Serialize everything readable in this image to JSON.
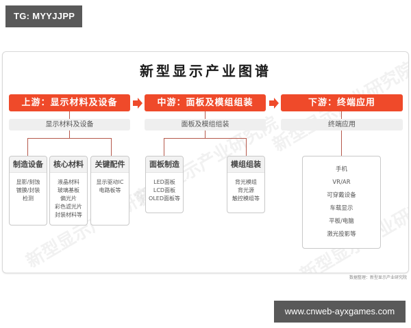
{
  "tag": "TG: MYYJJPP",
  "title": "新型显示产业图谱",
  "colors": {
    "accent": "#ef4a2a",
    "line": "#b5574a",
    "sub_bg": "#efefef",
    "banner_bg": "#595959"
  },
  "watermark": "新型显示产业研究院",
  "stages": [
    {
      "header": "上游：显示材料及设备",
      "sub": "显示材料及设备",
      "boxes": [
        {
          "title": "制造设备",
          "items": [
            "显影/刻蚀",
            "镀膜/封装",
            "检测"
          ]
        },
        {
          "title": "核心材料",
          "items": [
            "液晶材料",
            "玻璃基板",
            "偏光片",
            "彩色滤光片",
            "封装材料等"
          ]
        },
        {
          "title": "关键配件",
          "items": [
            "显示驱动IC",
            "电路板等"
          ]
        }
      ]
    },
    {
      "header": "中游：面板及模组组装",
      "sub": "面板及模组组装",
      "boxes": [
        {
          "title": "面板制造",
          "items": [
            "LED面板",
            "LCD面板",
            "OLED面板等"
          ]
        },
        {
          "title": "模组组装",
          "items": [
            "背光模组",
            "背光源",
            "触控模组等"
          ]
        }
      ]
    },
    {
      "header": "下游：终端应用",
      "sub": "终端应用",
      "boxes": [
        {
          "title": "",
          "items": [
            "手机",
            "VR/AR",
            "可穿戴设备",
            "车载显示",
            "平板/电脑",
            "激光投影等"
          ]
        }
      ]
    }
  ],
  "source": "数据整理：新型显示产业研究院",
  "banner": "www.cnweb-ayxgames.com"
}
